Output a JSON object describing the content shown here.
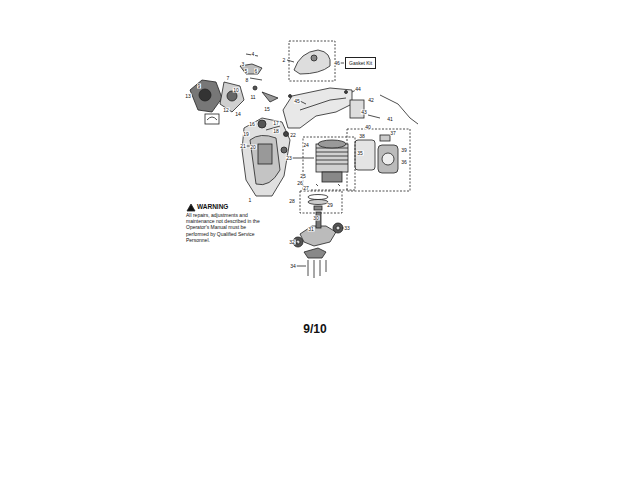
{
  "diagram": {
    "nodes": [
      {
        "text": [
          "Gasket Kit"
        ]
      }
    ],
    "edges": [],
    "labels": [
      "2",
      "46",
      "4",
      "3",
      "5",
      "6",
      "7",
      "8",
      "9",
      "10",
      "44",
      "45",
      "11",
      "42",
      "13",
      "12",
      "14",
      "15",
      "43",
      "41",
      "16",
      "17",
      "18",
      "19",
      "20",
      "21",
      "22",
      "40",
      "38",
      "37",
      "35",
      "39",
      "36",
      "23",
      "24",
      "25",
      "26",
      "27",
      "28",
      "29",
      "30",
      "31",
      "32",
      "33",
      "34",
      "1",
      "WARNING",
      "All repairs, adjustments and maintenance not described in the Operator's Manual must be performed by Qualified Service Personnel.",
      "9/10"
    ]
  }
}
